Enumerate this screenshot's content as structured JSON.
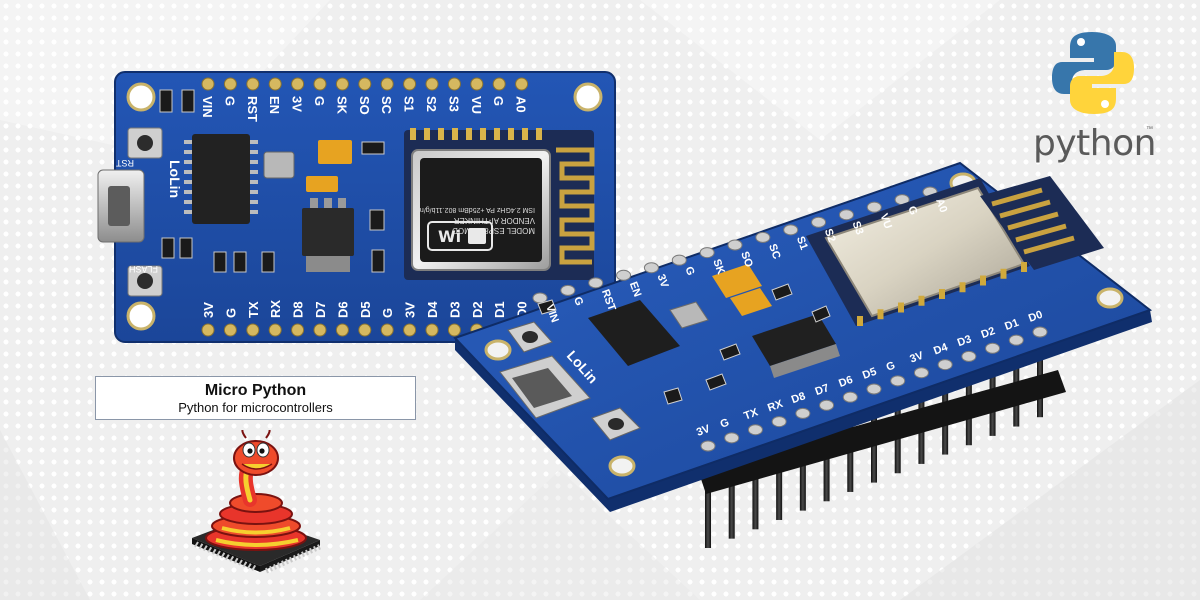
{
  "micropython": {
    "title": "Micro Python",
    "subtitle": "Python for microcontrollers"
  },
  "python_logo": {
    "wordmark": "python",
    "trademark": "™"
  },
  "board_flat": {
    "top_pins": [
      "VIN",
      "G",
      "RST",
      "EN",
      "3V",
      "G",
      "SK",
      "SO",
      "SC",
      "S1",
      "S2",
      "S3",
      "VU",
      "G",
      "A0"
    ],
    "bottom_pins": [
      "3V",
      "G",
      "TX",
      "RX",
      "D8",
      "D7",
      "D6",
      "D5",
      "G",
      "3V",
      "D4",
      "D3",
      "D2",
      "D1",
      "D0"
    ],
    "brand": "LoLin",
    "button_left": "RST",
    "button_flash": "FLASH",
    "module_model": "MODEL ESP8266MOD",
    "module_vendor": "VENDOR AI-THINKER",
    "module_spec": "ISM 2.4GHz PA +25dBm 802.11b/g/n"
  },
  "board_angled": {
    "top_pins": [
      "VIN",
      "G",
      "RST",
      "EN",
      "3V",
      "G",
      "SK",
      "SO",
      "SC",
      "S1",
      "S2",
      "S3",
      "VU",
      "G",
      "A0"
    ],
    "bottom_pins": [
      "3V",
      "G",
      "TX",
      "RX",
      "D8",
      "D7",
      "D6",
      "D5",
      "G",
      "3V",
      "D4",
      "D3",
      "D2",
      "D1",
      "D0"
    ],
    "brand": "LoLin"
  },
  "colors": {
    "pcb": "#1f4fa8",
    "pcb_dark": "#153b86",
    "python_blue": "#3776ab",
    "python_yellow": "#ffd43b",
    "mascot_red": "#e8352b"
  }
}
